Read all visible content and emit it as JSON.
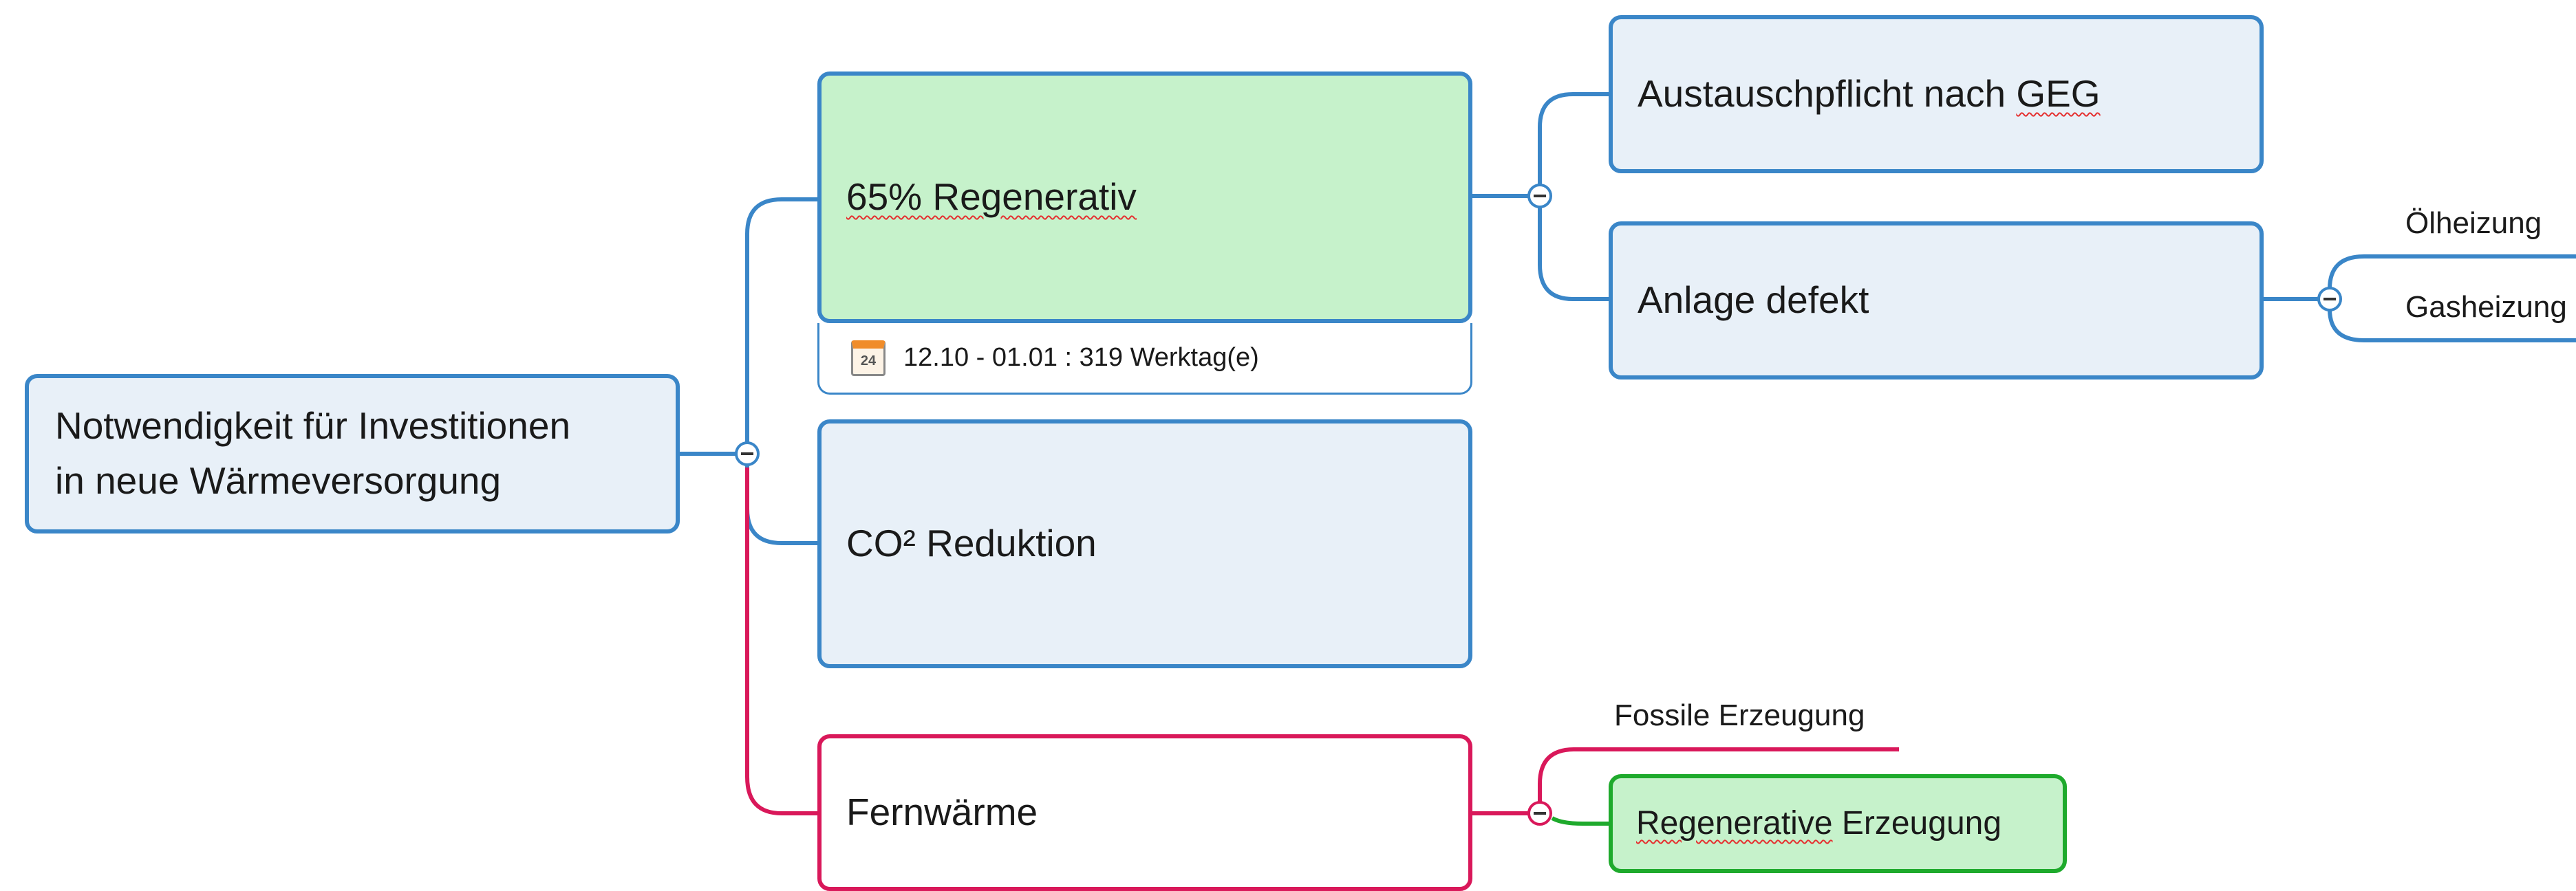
{
  "root": {
    "label": "Notwendigkeit für Investitionen\n in neue Wärmeversorgung"
  },
  "branches": {
    "regenerativ": {
      "label": "65% Regenerativ",
      "task": "12.10 - 01.01 : 319 Werktag(e)",
      "calendar_day": "24"
    },
    "co2": {
      "label": "CO² Reduktion"
    },
    "fernwaerme": {
      "label": "Fernwärme"
    }
  },
  "regenerativ_children": {
    "austausch": {
      "label_prefix": "Austauschpflicht nach ",
      "label_underlined": "GEG"
    },
    "defekt": {
      "label": "Anlage defekt"
    }
  },
  "defekt_children": [
    "Ölheizung",
    "Gasheizung"
  ],
  "fernwaerme_children": {
    "fossil": {
      "label": "Fossile Erzeugung"
    },
    "regen": {
      "label_underlined": "Regenerative",
      "label_suffix": " Erzeugung"
    }
  },
  "colors": {
    "blue_branch": "#3a86c8",
    "red_branch": "#d9185a",
    "green_branch": "#1eaa2c",
    "node_fill": "#e8f0f8",
    "green_fill": "#c6f2cb"
  }
}
